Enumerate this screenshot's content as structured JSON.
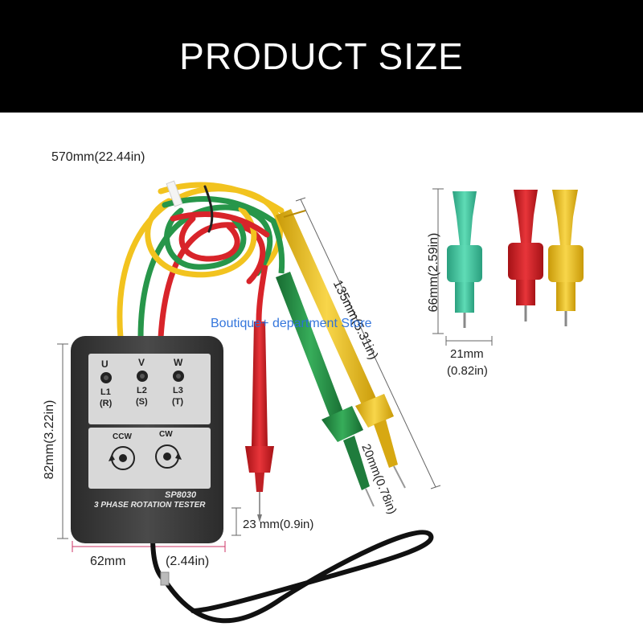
{
  "banner": {
    "title": "PRODUCT SIZE"
  },
  "dimensions": {
    "cable_length": "570mm(22.44in)",
    "probe_length": "135mm(5.31in)",
    "tip_length": "20mm(0.78in)",
    "clip_length": "66mm(2.59in)",
    "clip_width": "21mm",
    "clip_width_in": "(0.82in)",
    "device_height": "82mm(3.22in)",
    "device_depth": "23 mm(0.9in)",
    "device_width": "62mm",
    "device_width_in": "(2.44in)"
  },
  "device": {
    "model": "SP8030",
    "name": "3 PHASE ROTATION TESTER",
    "phases": [
      {
        "letter": "U",
        "line": "L1",
        "code": "(R)"
      },
      {
        "letter": "V",
        "line": "L2",
        "code": "(S)"
      },
      {
        "letter": "W",
        "line": "L3",
        "code": "(T)"
      }
    ],
    "rotation": {
      "ccw": "CCW",
      "cw": "CW"
    }
  },
  "watermark": "Boutique+ department Store",
  "colors": {
    "banner": "#000000",
    "device_body": "#3a3a3a",
    "panel": "#d8d8d8",
    "lead_red": "#d8242a",
    "lead_green": "#27964a",
    "lead_yellow": "#f2c31f",
    "clip_teal": "#3fc7a0"
  }
}
